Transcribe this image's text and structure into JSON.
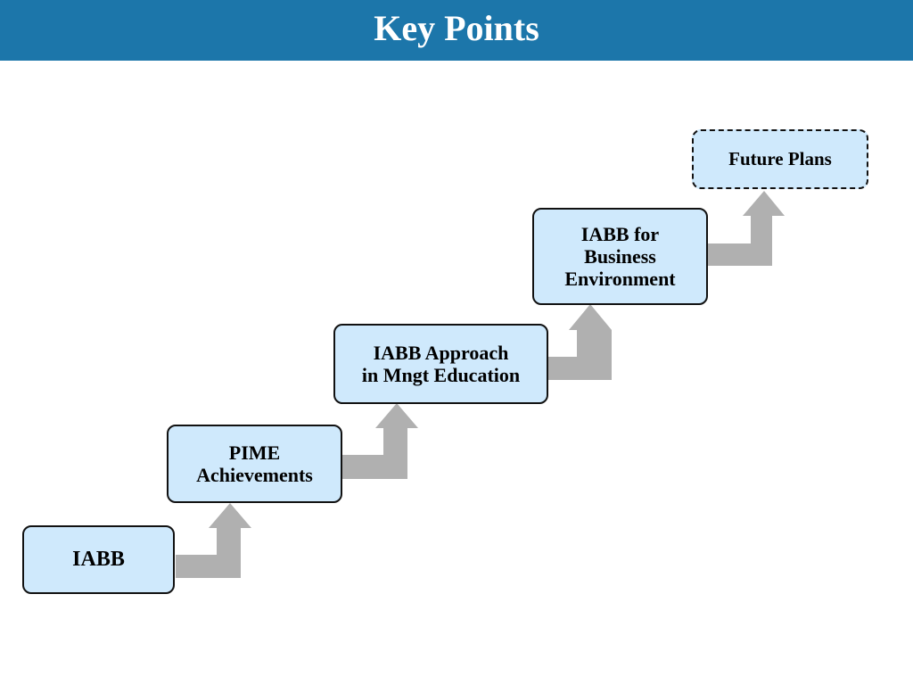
{
  "title": "Key Points",
  "steps": [
    {
      "label": "IABB"
    },
    {
      "label": "PIME\nAchievements"
    },
    {
      "label": "IABB Approach\nin Mngt Education"
    },
    {
      "label": "IABB for\nBusiness\nEnvironment"
    },
    {
      "label": "Future Plans"
    }
  ],
  "colors": {
    "title_bar": "#1c76aa",
    "box_fill": "#cfe9fc",
    "arrow": "#b0b0b0"
  }
}
